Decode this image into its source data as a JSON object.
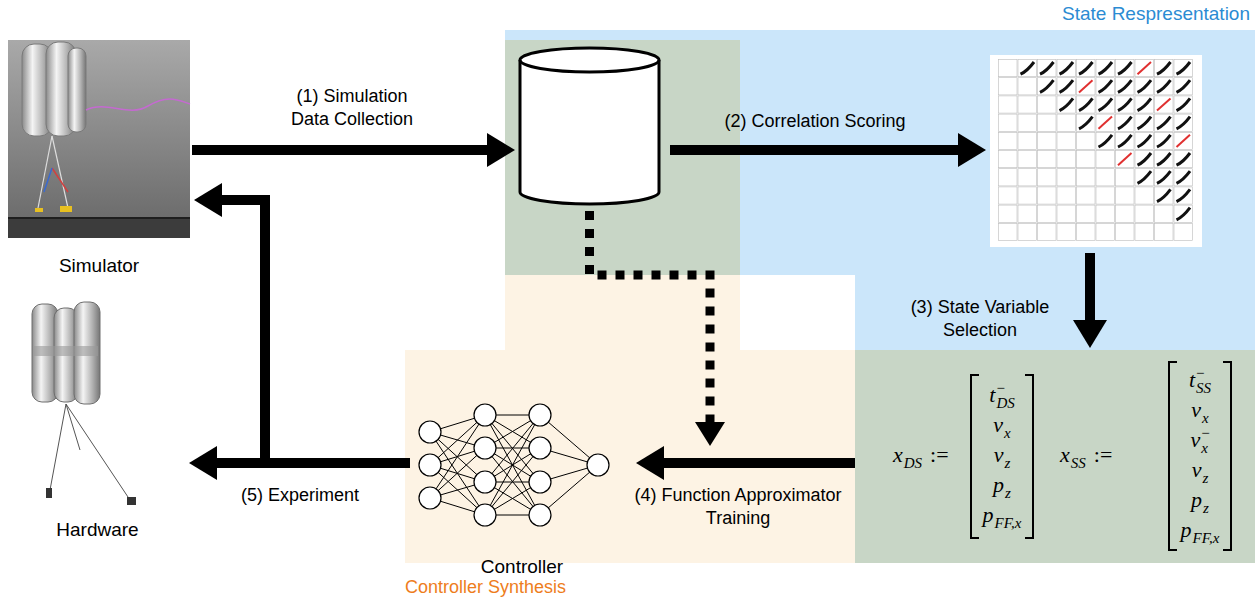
{
  "diagram": {
    "nodes": [
      {
        "text": [
          "Simulator"
        ]
      },
      {
        "text": [
          "State Respresentation"
        ]
      },
      {
        "text": [],
        "in": 1
      },
      {
        "text": [],
        "in": 1
      },
      {
        "text": [
          "x",
          "DS",
          ":=",
          "t",
          "DS",
          "−",
          "v",
          "x",
          "v",
          "z",
          "p",
          "z",
          "p",
          "FF,x",
          "x",
          "SS",
          ":=",
          "t",
          "SS",
          "−",
          "v",
          "x",
          "v",
          "x",
          "−",
          "v",
          "z",
          "p",
          "z",
          "p",
          "FF,x"
        ],
        "in": 1
      },
      {
        "text": [
          "Controller Synthesis"
        ]
      },
      {
        "text": [
          "Controller"
        ],
        "in": 5
      },
      {
        "text": [
          "Hardware"
        ]
      }
    ],
    "edges": [
      {
        "from": 0,
        "to": 2,
        "label": "(1) Simulation Data Collection",
        "arrow": "to"
      },
      {
        "from": 2,
        "to": 3,
        "label": "(2) Correlation Scoring",
        "arrow": "to"
      },
      {
        "from": 3,
        "to": 4,
        "label": "(3) State Variable Selection",
        "arrow": "to"
      },
      {
        "from": 4,
        "to": 6,
        "label": "(4) Function Approximator Training",
        "arrow": "to"
      },
      {
        "from": 2,
        "to": 6,
        "arrow": "to"
      },
      {
        "from": 6,
        "to": 7,
        "label": "(5) Experiment",
        "arrow": "to"
      },
      {
        "from": 6,
        "to": 0,
        "arrow": "to"
      }
    ]
  }
}
